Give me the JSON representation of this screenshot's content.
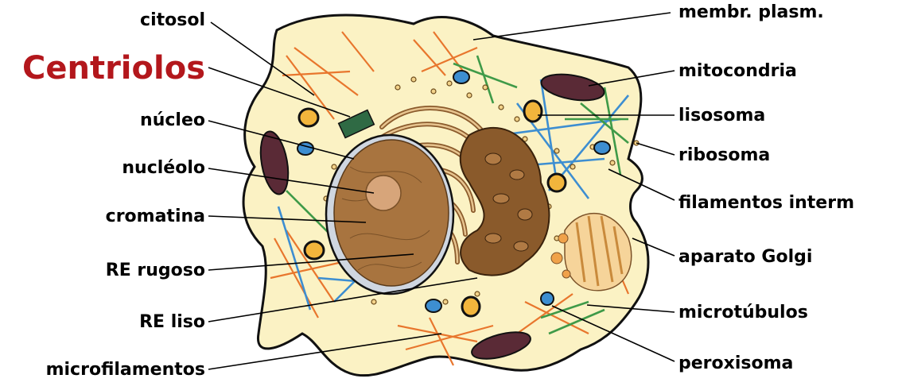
{
  "colors": {
    "highlight_label": "#b3171c",
    "label": "#000000",
    "cytoplasm": "#fbf2c4",
    "nucleus": "#a8743f",
    "microfilament": "#e8762d",
    "microtubule": "#3d8ed1",
    "intermediate_filament": "#3f9a48"
  },
  "labels": {
    "left": [
      {
        "id": "citosol",
        "text": "citosol",
        "highlight": false
      },
      {
        "id": "centriolos",
        "text": "Centriolos",
        "highlight": true
      },
      {
        "id": "nucleo",
        "text": "núcleo",
        "highlight": false
      },
      {
        "id": "nucleolo",
        "text": "nucléolo",
        "highlight": false
      },
      {
        "id": "cromatina",
        "text": "cromatina",
        "highlight": false
      },
      {
        "id": "re-rugoso",
        "text": "RE rugoso",
        "highlight": false
      },
      {
        "id": "re-liso",
        "text": "RE liso",
        "highlight": false
      },
      {
        "id": "microfilamentos",
        "text": "microfilamentos",
        "highlight": false
      }
    ],
    "right": [
      {
        "id": "membr-plasm",
        "text": "membr. plasm."
      },
      {
        "id": "mitocondria",
        "text": "mitocondria"
      },
      {
        "id": "lisosoma",
        "text": "lisosoma"
      },
      {
        "id": "ribosoma",
        "text": "ribosoma"
      },
      {
        "id": "filamentos-interm",
        "text": "filamentos interm"
      },
      {
        "id": "aparato-golgi",
        "text": "aparato Golgi"
      },
      {
        "id": "microtubulos",
        "text": "microtúbulos"
      },
      {
        "id": "peroxisoma",
        "text": "peroxisoma"
      }
    ]
  }
}
